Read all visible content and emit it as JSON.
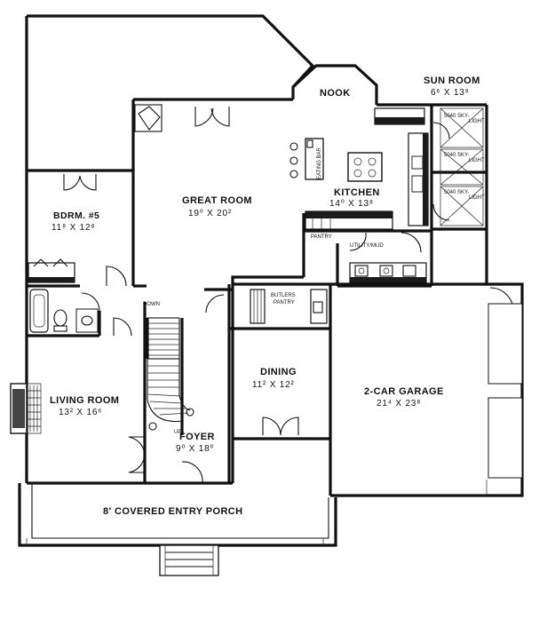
{
  "rooms": {
    "sun_room": {
      "name": "SUN ROOM",
      "dims": "6⁶ X 13⁸"
    },
    "nook": {
      "name": "NOOK"
    },
    "great_room": {
      "name": "GREAT ROOM",
      "dims": "19⁰ X 20²"
    },
    "kitchen": {
      "name": "KITCHEN",
      "dims": "14⁰ X 13⁸"
    },
    "bedroom5": {
      "name": "BDRM. #5",
      "dims": "11⁸ X 12⁸"
    },
    "living_room": {
      "name": "LIVING ROOM",
      "dims": "13² X 16⁶"
    },
    "dining": {
      "name": "DINING",
      "dims": "11² X 12²"
    },
    "foyer": {
      "name": "FOYER",
      "dims": "9⁰ X 18⁰"
    },
    "garage": {
      "name": "2-CAR GARAGE",
      "dims": "21⁴ X 23⁸"
    },
    "porch": {
      "name": "8' COVERED ENTRY PORCH"
    }
  },
  "small_labels": {
    "pantry": "PANTRY",
    "utility": "UTILITY/MUD",
    "butlers": "BUTLERS",
    "butlers_pantry": "PANTRY",
    "eating_bar": "EATING BAR",
    "down": "DOWN",
    "up": "UP",
    "skylight": "5040 SKY-",
    "skylight_2": "LIGHT"
  }
}
